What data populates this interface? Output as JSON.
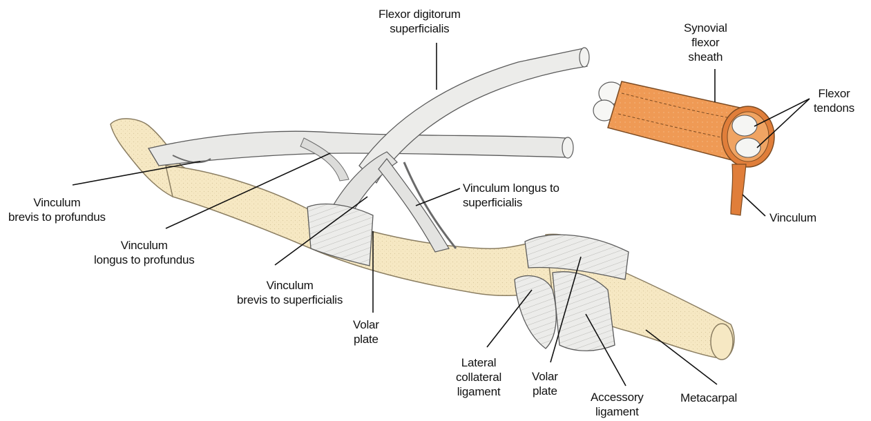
{
  "labels": {
    "fds": [
      "Flexor digitorum",
      "superficialis"
    ],
    "sheath": [
      "Synovial",
      "flexor",
      "sheath"
    ],
    "flexor_tendons": [
      "Flexor",
      "tendons"
    ],
    "vinculum": "Vinculum",
    "vbp": [
      "Vinculum",
      "brevis to profundus"
    ],
    "vlp": [
      "Vinculum",
      "longus to profundus"
    ],
    "vls": [
      "Vinculum longus to",
      "superficialis"
    ],
    "vbs": [
      "Vinculum",
      "brevis to superficialis"
    ],
    "volar_plate_1": [
      "Volar",
      "plate"
    ],
    "lateral_collateral": [
      "Lateral",
      "collateral",
      "ligament"
    ],
    "volar_plate_2": [
      "Volar",
      "plate"
    ],
    "accessory": [
      "Accessory",
      "ligament"
    ],
    "metacarpal": "Metacarpal"
  },
  "colors": {
    "bone": "#f6e8c3",
    "bone_outline": "#8a7d61",
    "tendon": "#e6e6e4",
    "tendon_outline": "#5a5a5a",
    "sheath": "#ef9a55",
    "sheath_dark": "#c7692a",
    "leader": "#111111"
  }
}
